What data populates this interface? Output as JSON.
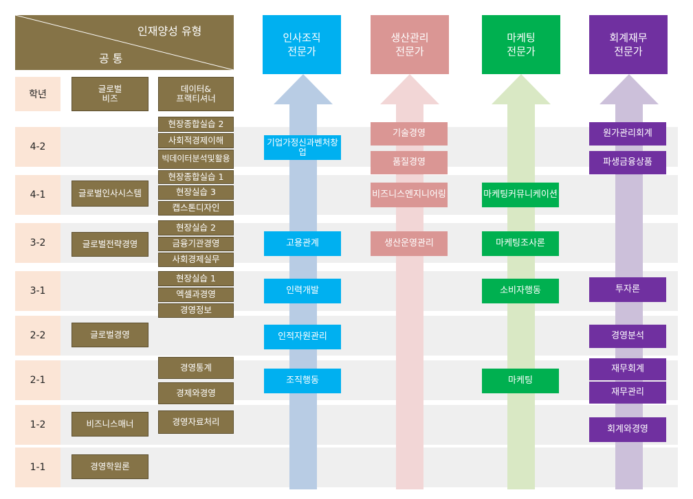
{
  "corner": {
    "top_label": "인재양성 유형",
    "bottom_label": "공 통"
  },
  "header_left": {
    "year": "학년",
    "global": "글로벌\n비즈",
    "data": "데이터&\n프랙티셔너"
  },
  "tracks": [
    {
      "title": "인사조직\n전문가",
      "color": "#00b0f0"
    },
    {
      "title": "생산관리\n전문가",
      "color": "#da9694"
    },
    {
      "title": "마케팅\n전문가",
      "color": "#00b050"
    },
    {
      "title": "회계재무\n전문가",
      "color": "#7030a0"
    }
  ],
  "years": [
    "4-2",
    "4-1",
    "3-2",
    "3-1",
    "2-2",
    "2-1",
    "1-2",
    "1-1"
  ],
  "global_courses": [
    "글로벌인사시스템",
    "글로벌전략경영",
    "글로벌경영",
    "비즈니스매너",
    "경영학원론"
  ],
  "data_courses": [
    "현장종합실습 2",
    "사회적경제이해",
    "빅데이터분석및활용",
    "현장종합실습 1",
    "현장실습 3",
    "캡스톤디자인",
    "현장실습 2",
    "금융기관경영",
    "사회경제실무",
    "현장실습 1",
    "엑셀과경영",
    "경영정보",
    "경영통계",
    "경제와경영",
    "경영자료처리"
  ],
  "hr_courses": [
    "기업가정신과벤처창업",
    "고용관계",
    "인력개발",
    "인적자원관리",
    "조직행동"
  ],
  "prod_courses": [
    "기술경영",
    "품질경영",
    "비즈니스엔지니어링",
    "생산운영관리"
  ],
  "mkt_courses": [
    "마케팅커뮤니케이션",
    "마케팅조사론",
    "소비자행동",
    "마케팅"
  ],
  "fin_courses": [
    "원가관리회계",
    "파생금융상품",
    "투자론",
    "경영분석",
    "재무회계",
    "재무관리",
    "회계와경영"
  ]
}
